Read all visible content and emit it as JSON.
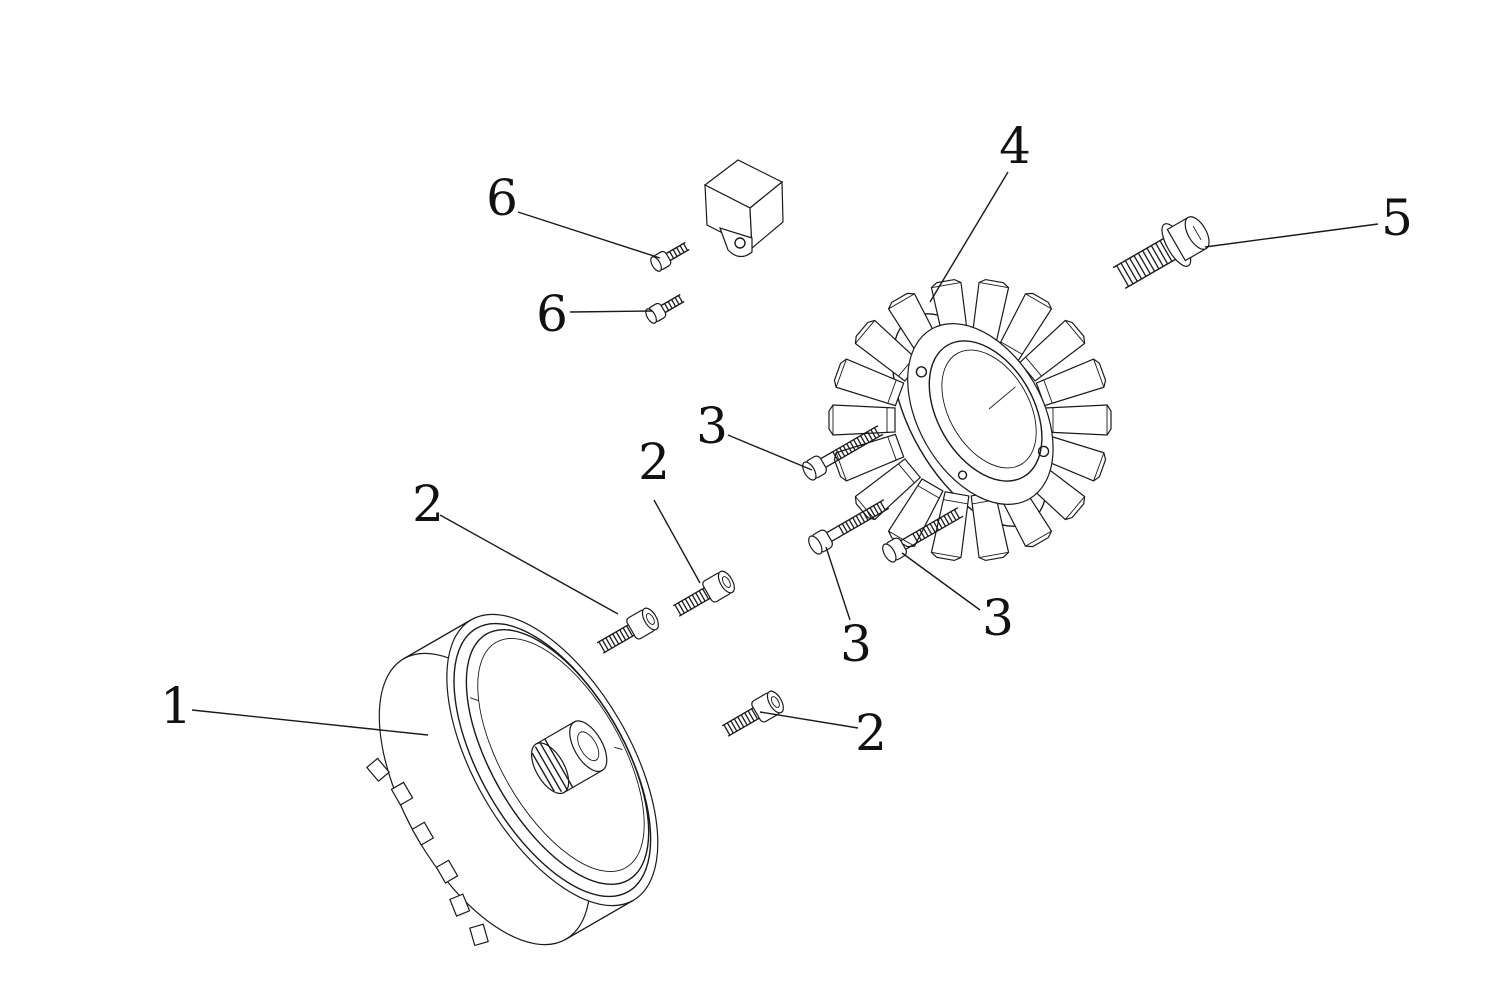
{
  "callouts": [
    {
      "id": "c1",
      "text": "1"
    },
    {
      "id": "c2a",
      "text": "2"
    },
    {
      "id": "c2b",
      "text": "2"
    },
    {
      "id": "c2c",
      "text": "2"
    },
    {
      "id": "c3a",
      "text": "3"
    },
    {
      "id": "c3b",
      "text": "3"
    },
    {
      "id": "c3c",
      "text": "3"
    },
    {
      "id": "c4",
      "text": "4"
    },
    {
      "id": "c5",
      "text": "5"
    },
    {
      "id": "c6a",
      "text": "6"
    },
    {
      "id": "c6b",
      "text": "6"
    }
  ],
  "colors": {
    "line": "#1a1a1a",
    "background": "#ffffff"
  }
}
